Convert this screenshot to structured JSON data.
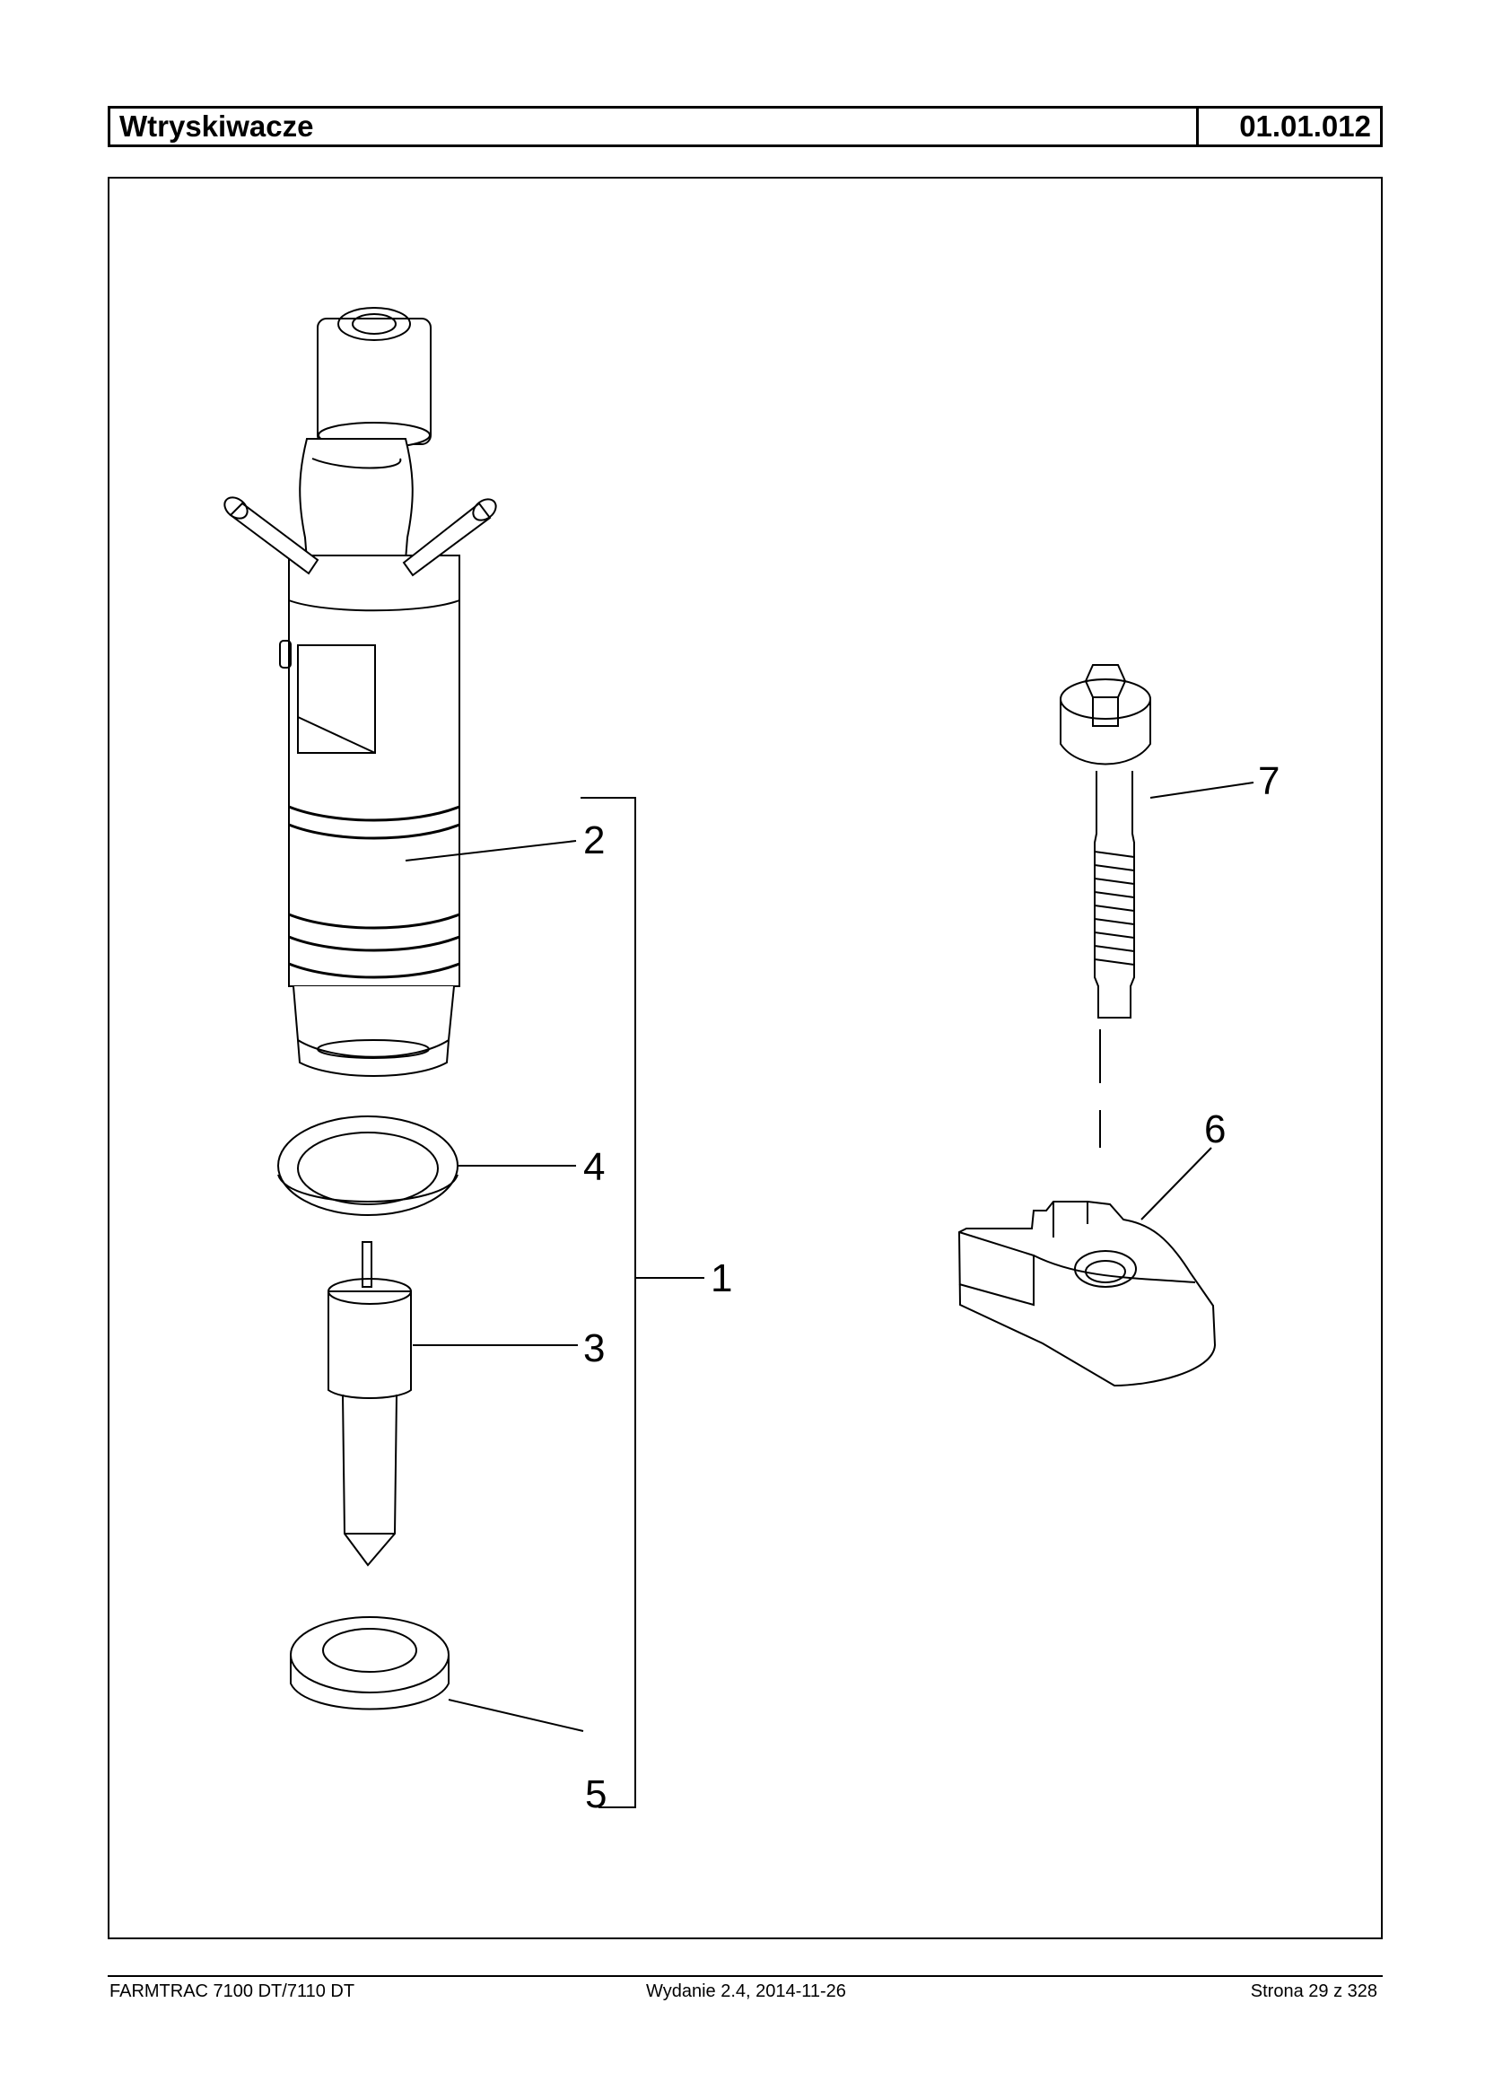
{
  "header": {
    "title": "Wtryskiwacze",
    "code": "01.01.012"
  },
  "callouts": {
    "c1": "1",
    "c2": "2",
    "c3": "3",
    "c4": "4",
    "c5": "5",
    "c6": "6",
    "c7": "7"
  },
  "footer": {
    "model": "FARMTRAC 7100 DT/7110 DT",
    "edition": "Wydanie 2.4,  2014-11-26",
    "page": "Strona 29 z 328"
  }
}
